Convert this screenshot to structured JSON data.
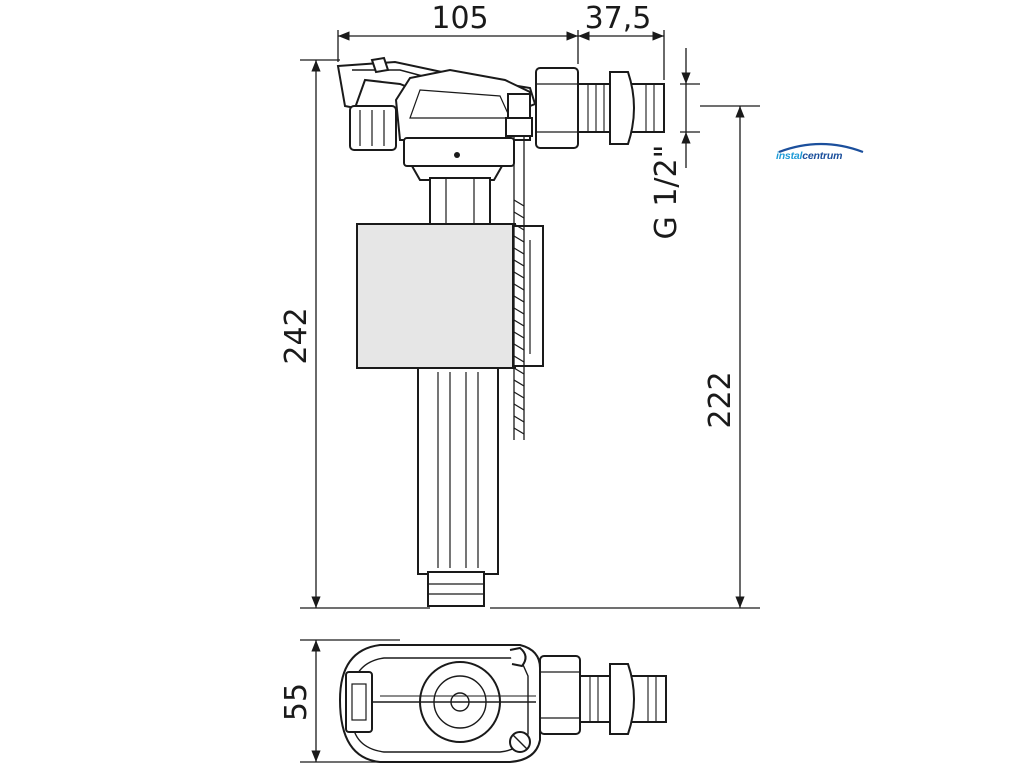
{
  "dimensions": {
    "width_main": "105",
    "width_connector": "37,5",
    "height_total": "242",
    "height_inlet": "222",
    "thread": "G 1/2\"",
    "depth": "55"
  },
  "logo": {
    "part1": "instal",
    "part2": "centrum",
    "color_primary": "#1e9bd7",
    "color_secondary": "#1b4f9c"
  },
  "colors": {
    "line": "#1a1a1a",
    "float_fill": "#e6e6e6",
    "part_fill": "#ffffff"
  }
}
